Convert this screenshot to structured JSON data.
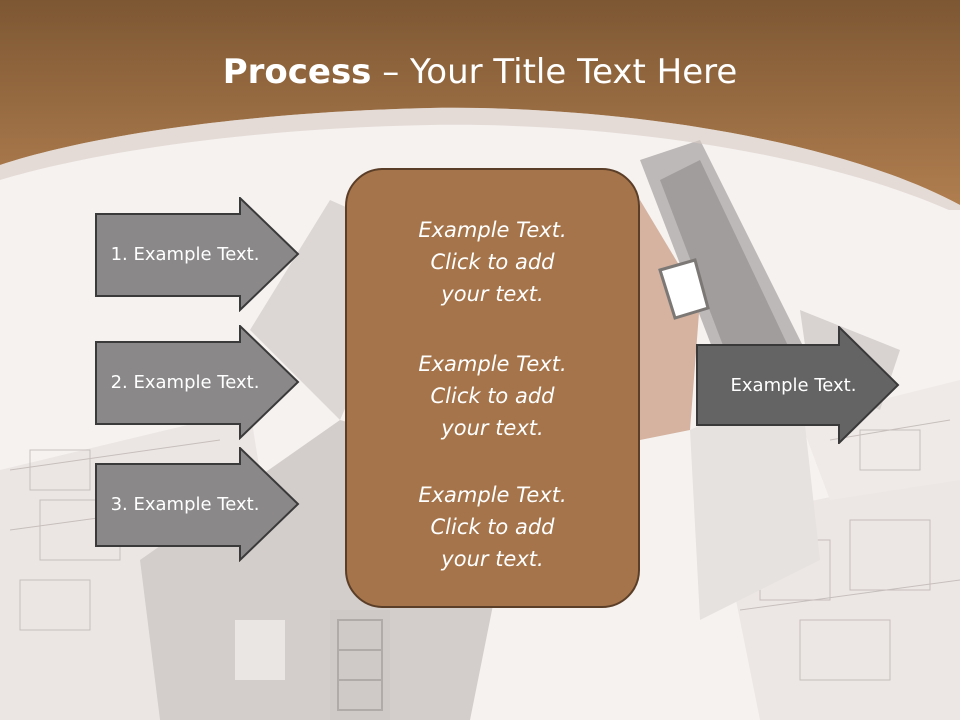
{
  "slide": {
    "title_bold": "Process",
    "title_rest": " – Your Title Text Here"
  },
  "left_arrows": [
    {
      "label": "1. Example Text."
    },
    {
      "label": "2. Example Text."
    },
    {
      "label": "3. Example Text."
    }
  ],
  "center_box": {
    "blocks": [
      {
        "line1": "Example Text.",
        "line2": "Click  to add",
        "line3": "your text."
      },
      {
        "line1": "Example Text.",
        "line2": "Click  to add",
        "line3": "your text."
      },
      {
        "line1": "Example Text.",
        "line2": "Click  to add",
        "line3": "your text."
      }
    ]
  },
  "right_arrow": {
    "label": "Example Text."
  },
  "colors": {
    "header_brown": "#9a6a42",
    "header_light": "#b98552",
    "box_fill": "#a5744a",
    "arrow_fill": "#8a8888",
    "right_arrow_fill": "#656464"
  }
}
